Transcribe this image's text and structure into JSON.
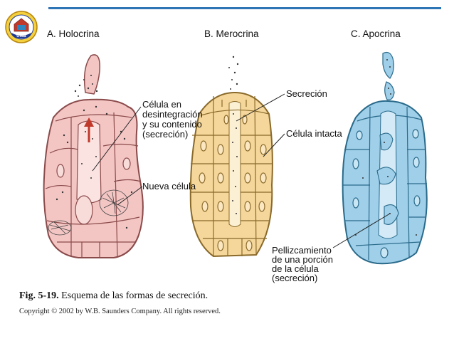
{
  "logo": {
    "text": "UMB",
    "arc_text": "UNIVERSIDAD MILITAR"
  },
  "panels": {
    "holocrina": "A. Holocrina",
    "merocrina": "B. Merocrina",
    "apocrina": "C. Apocrina"
  },
  "labels": {
    "celula_desintegracion": [
      "Célula en",
      "desintegración",
      "y su contenido",
      "(secreción)"
    ],
    "nueva_celula": "Nueva célula",
    "secrecion": "Secreción",
    "celula_intacta": "Célula intacta",
    "pellizcamiento": [
      "Pellizcamiento",
      "de una porción",
      "de la célula",
      "(secreción)"
    ]
  },
  "caption": {
    "prefix": "Fig. 5-19.",
    "text": " Esquema de las formas de secreción."
  },
  "copyright": "Copyright © 2002 by W.B. Saunders Company. All rights reserved.",
  "colors": {
    "accent": "#2e75b6",
    "holocrina_fill": "#f3c6c4",
    "merocrina_fill": "#f5d79b",
    "apocrina_fill": "#9fcfe9"
  }
}
